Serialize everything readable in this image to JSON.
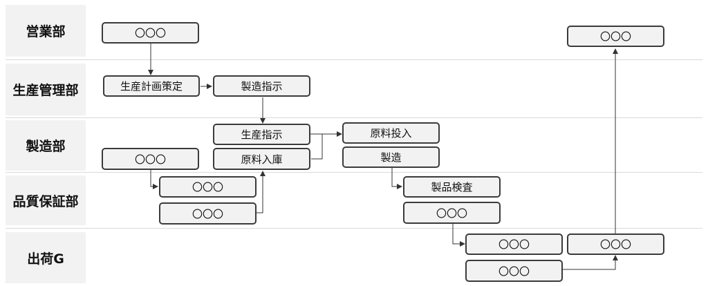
{
  "lanes": [
    "営業部",
    "生産管理部",
    "製造部",
    "品質保証部",
    "出荷G"
  ],
  "boxes": {
    "sales_1": "〇〇〇",
    "sales_2": "〇〇〇",
    "plan": "生産計画策定",
    "mgmt_instr": "製造指示",
    "prod_instr": "生産指示",
    "receive": "原料入庫",
    "mfg_1": "〇〇〇",
    "input": "原料投入",
    "manufacture": "製造",
    "qa_1": "〇〇〇",
    "qa_2": "〇〇〇",
    "inspect": "製品検査",
    "qa_3": "〇〇〇",
    "ship_1": "〇〇〇",
    "ship_2": "〇〇〇",
    "ship_3": "〇〇〇"
  },
  "colors": {
    "lane_bg": "#f2f2f2",
    "box_fill": "#f2f2f2",
    "box_border": "#3a3a3a",
    "line": "#333333",
    "separator": "#d9d9d9"
  }
}
